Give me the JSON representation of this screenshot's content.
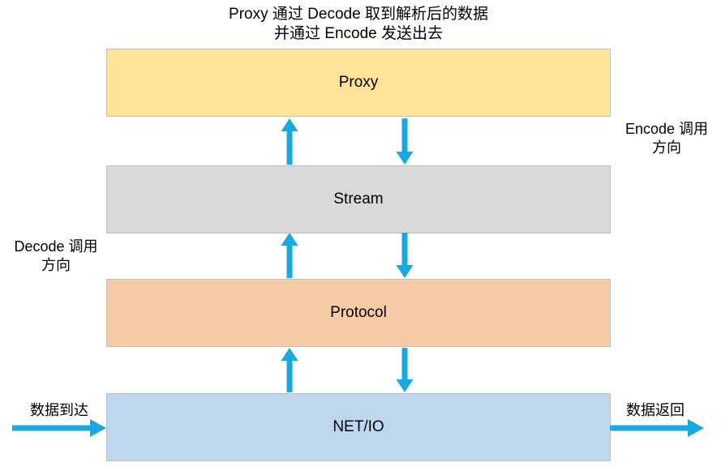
{
  "title": {
    "line1": "Proxy 通过 Decode 取到解析后的数据",
    "line2": "并通过 Encode 发送出去"
  },
  "layers": [
    {
      "id": "proxy",
      "label": "Proxy",
      "fill": "#FFE399"
    },
    {
      "id": "stream",
      "label": "Stream",
      "fill": "#D9D9D9"
    },
    {
      "id": "protocol",
      "label": "Protocol",
      "fill": "#F5CBA6"
    },
    {
      "id": "netio",
      "label": "NET/IO",
      "fill": "#BDD7EE"
    }
  ],
  "annotations": {
    "encode_direction": {
      "line1": "Encode 调用",
      "line2": "方向"
    },
    "decode_direction": {
      "line1": "Decode 调用",
      "line2": "方向"
    },
    "data_arrive": "数据到达",
    "data_return": "数据返回"
  },
  "colors": {
    "arrow": "#18A9E1",
    "box_border": "#BFBFBF",
    "text": "#000000",
    "background": "#FFFFFF"
  }
}
